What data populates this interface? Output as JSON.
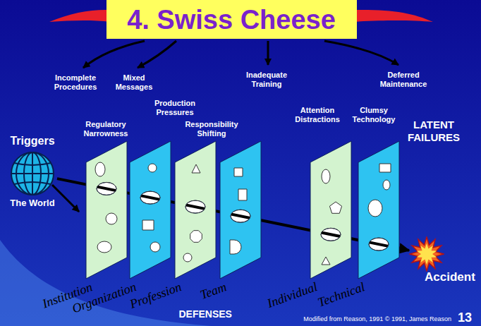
{
  "diagram": {
    "title": "4. Swiss Cheese",
    "nodes": [
      {
        "text": [
          "Triggers",
          "The World"
        ]
      },
      {
        "text": [
          "Institution"
        ]
      },
      {
        "text": [
          "Organization"
        ]
      },
      {
        "text": [
          "Profession"
        ]
      },
      {
        "text": [
          "Team"
        ]
      },
      {
        "text": [
          "Individual"
        ]
      },
      {
        "text": [
          "Technical"
        ]
      },
      {
        "text": [
          "Accident"
        ]
      }
    ],
    "edges": [
      {
        "from": 0,
        "to": 7,
        "arrow": "to"
      }
    ],
    "labels": [
      "Incomplete Procedures",
      "Mixed Messages",
      "Regulatory Narrowness",
      "Production Pressures",
      "Responsibility Shifting",
      "Inadequate Training",
      "Attention Distractions",
      "Clumsy Technology",
      "Deferred Maintenance",
      "LATENT FAILURES",
      "DEFENSES",
      "Modified from Reason, 1991 © 1991, James Reason",
      "13"
    ]
  }
}
